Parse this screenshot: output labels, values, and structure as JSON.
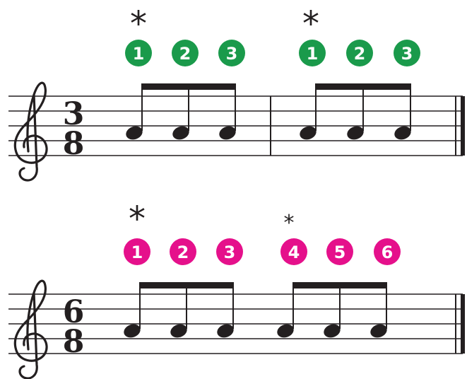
{
  "colors": {
    "ink": "#231f20",
    "green": "#1a9a4b",
    "magenta": "#e5108b"
  },
  "systems": [
    {
      "time_signature": {
        "top": "3",
        "bottom": "8"
      },
      "badge_color": "green",
      "groups": [
        {
          "beats": [
            "1",
            "2",
            "3"
          ],
          "accent": {
            "symbol": "*",
            "size": "large"
          }
        },
        {
          "beats": [
            "1",
            "2",
            "3"
          ],
          "accent": {
            "symbol": "*",
            "size": "large"
          }
        }
      ]
    },
    {
      "time_signature": {
        "top": "6",
        "bottom": "8"
      },
      "badge_color": "magenta",
      "groups": [
        {
          "beats": [
            "1",
            "2",
            "3"
          ],
          "accent": {
            "symbol": "*",
            "size": "large"
          }
        },
        {
          "beats": [
            "4",
            "5",
            "6"
          ],
          "accent": {
            "symbol": "*",
            "size": "small"
          }
        }
      ]
    }
  ]
}
